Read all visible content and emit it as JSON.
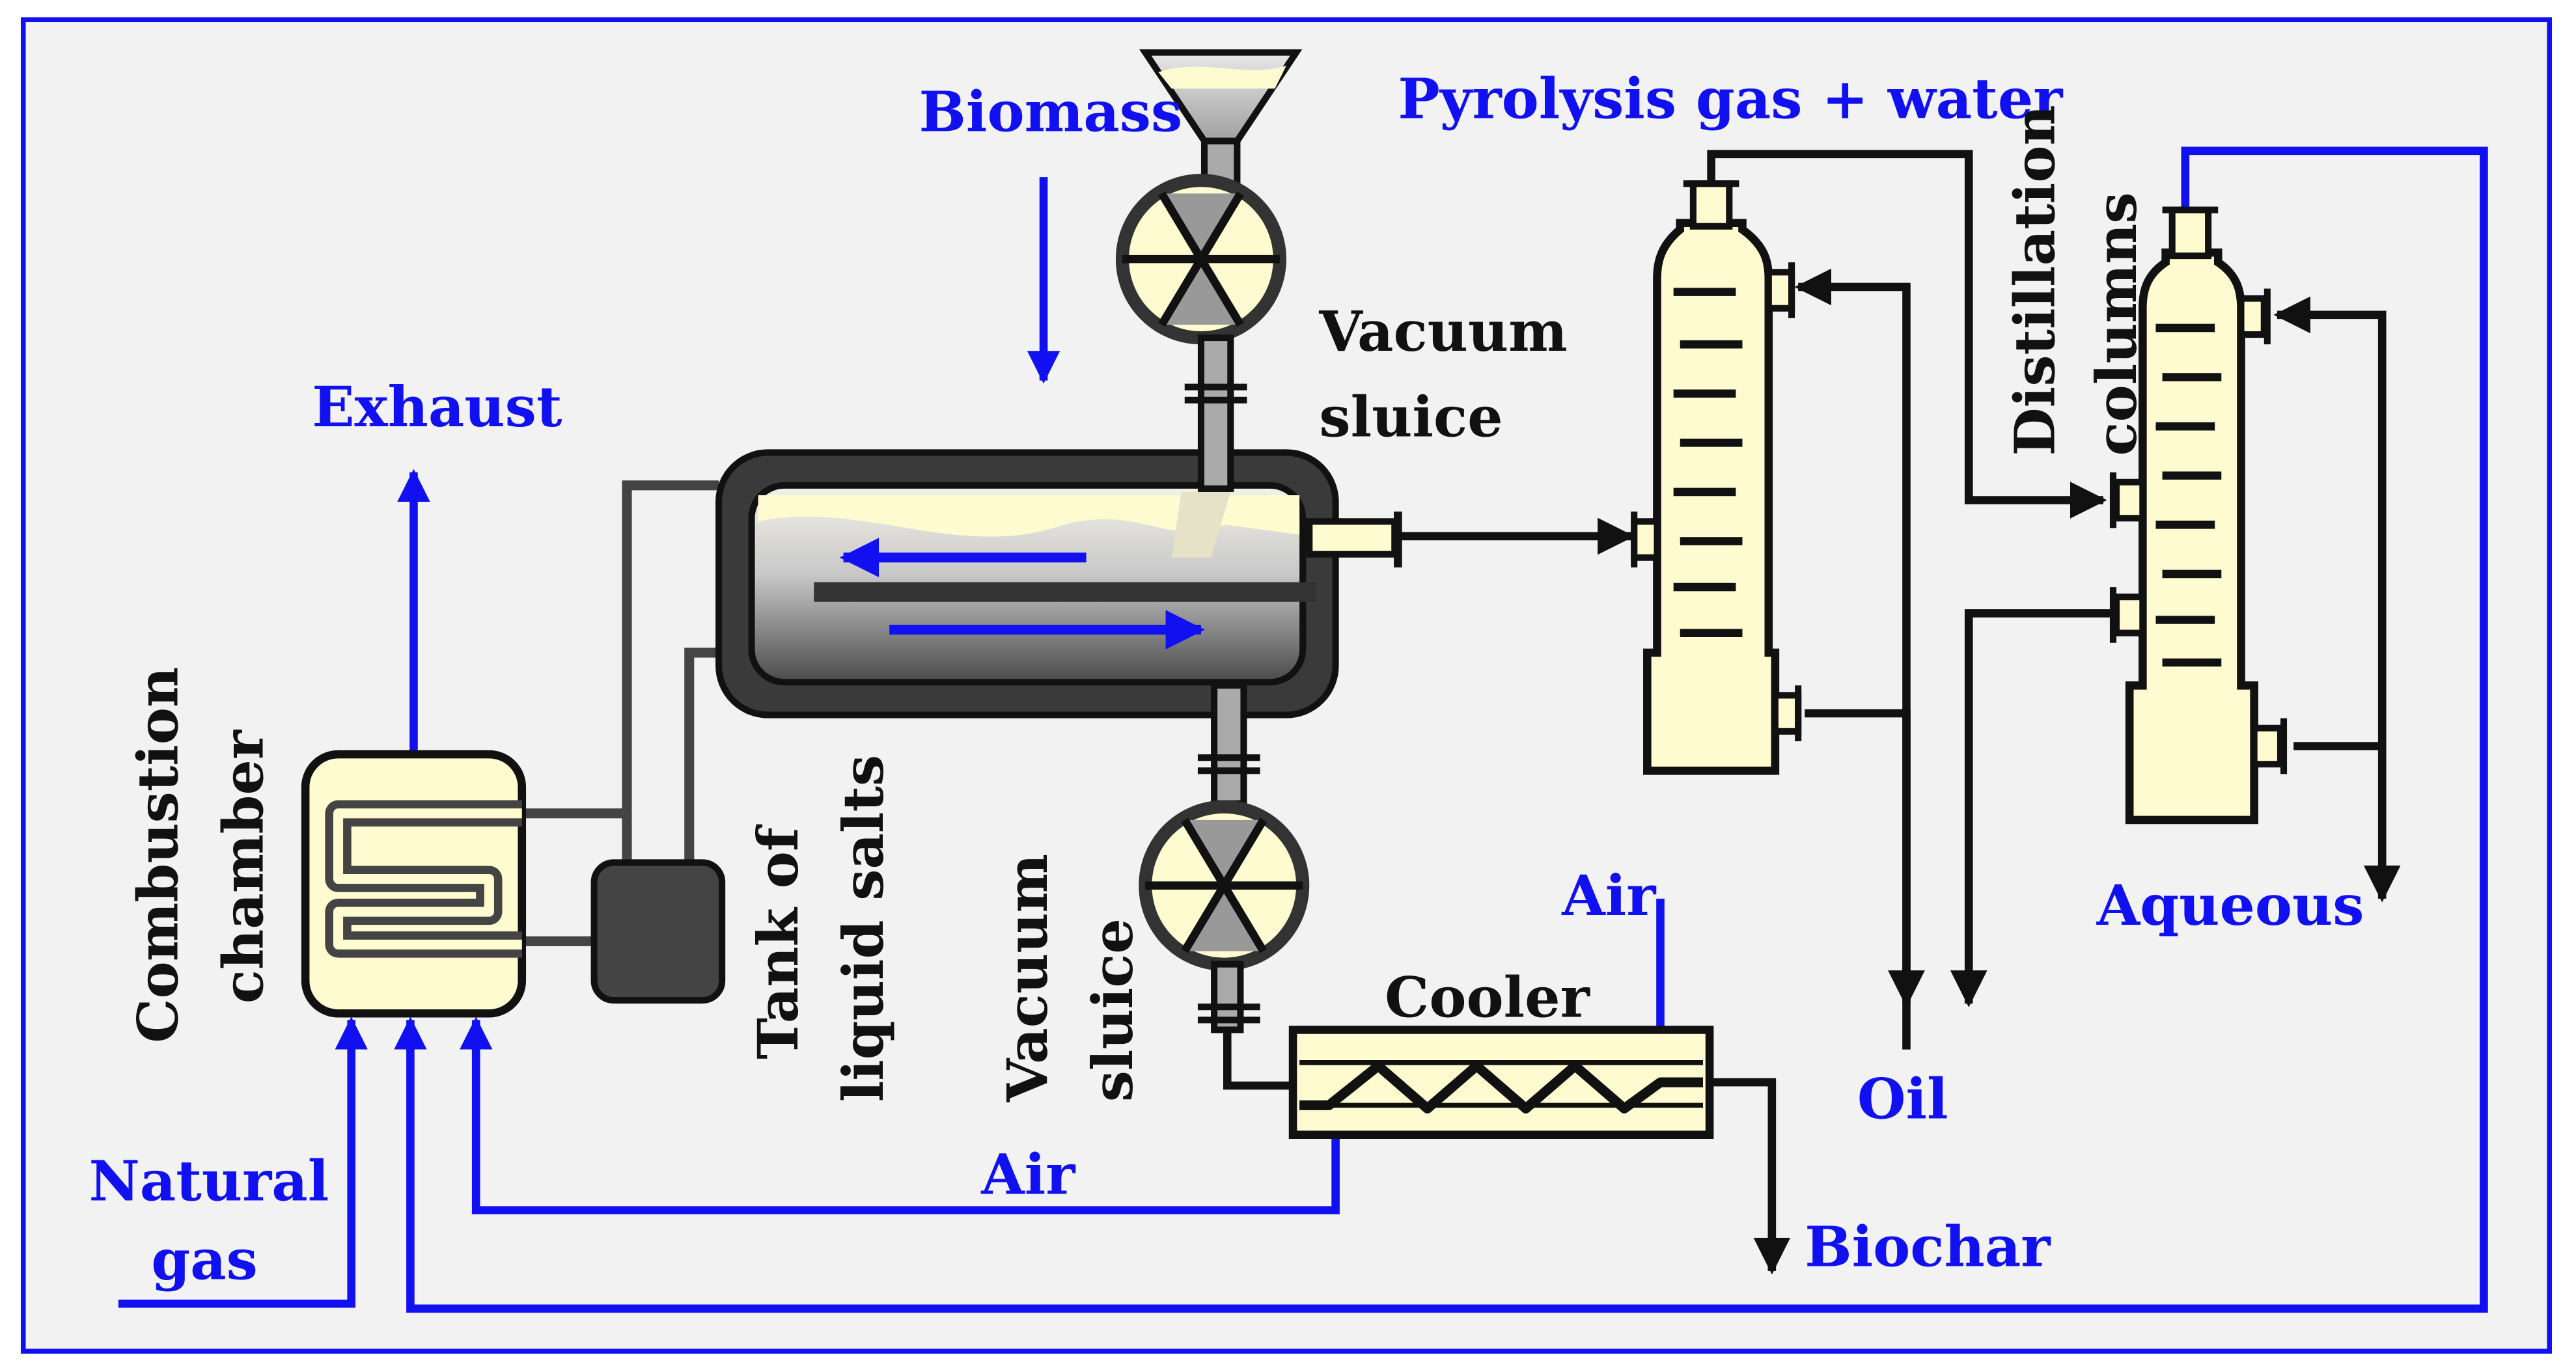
{
  "labels": {
    "biomass": "Biomass",
    "pyrolysis_gas": "Pyrolysis gas + water",
    "vacuum_sluice_top_1": "Vacuum",
    "vacuum_sluice_top_2": "sluice",
    "exhaust": "Exhaust",
    "distillation": "Distillation",
    "columns": "columns",
    "combustion": "Combustion",
    "chamber": "chamber",
    "tank_of": "Tank of",
    "liquid_salts": "liquid salts",
    "vacuum_sluice_bottom_1": "Vacuum",
    "vacuum_sluice_bottom_2": "sluice",
    "air_top": "Air",
    "cooler": "Cooler",
    "aqueous": "Aqueous",
    "oil": "Oil",
    "natural_gas_1": "Natural",
    "natural_gas_2": "gas",
    "air_bottom": "Air",
    "biochar": "Biochar"
  },
  "colors": {
    "flow_blue": "#1010f0",
    "equipment_fill": "#fffbd0",
    "reactor_shell": "#3a3a3a",
    "background": "#f2f2f2",
    "frame": "#1010f0"
  }
}
